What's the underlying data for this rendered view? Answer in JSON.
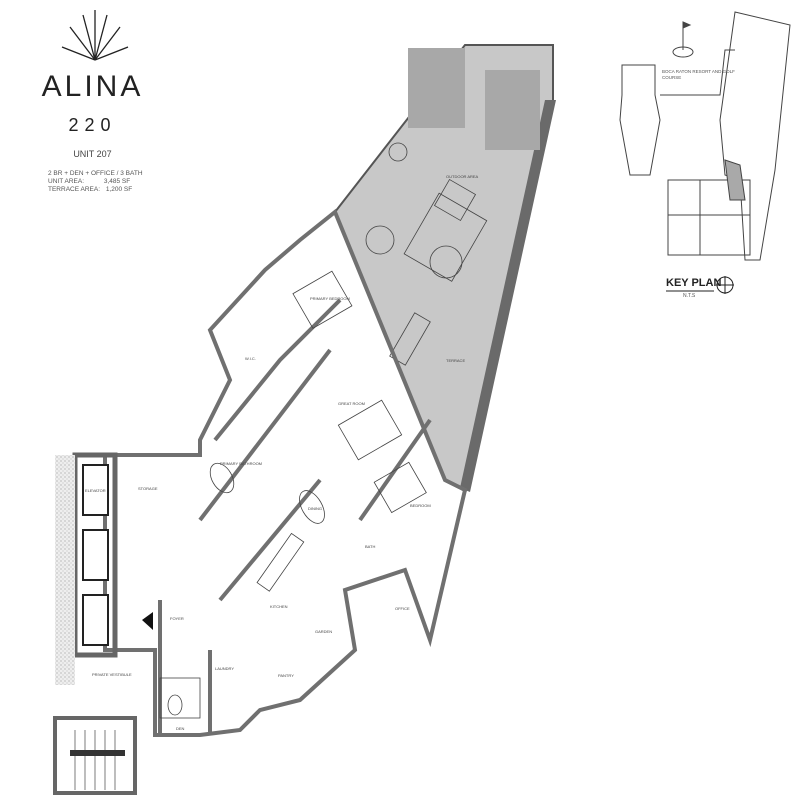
{
  "brand": {
    "name": "ALINA",
    "building": "220"
  },
  "unit": {
    "title": "UNIT 207",
    "type": "2 BR + DEN + OFFICE / 3 BATH",
    "unit_area_label": "UNIT AREA:",
    "unit_area": "3,485 SF",
    "terrace_area_label": "TERRACE AREA:",
    "terrace_area": "1,200 SF"
  },
  "rooms": {
    "outdoor": "OUTDOOR AREA",
    "terrace": "TERRACE",
    "primary_bedroom": "PRIMARY BEDROOM",
    "great_room": "GREAT ROOM",
    "primary_bathroom": "PRIMARY BATHROOM",
    "dining": "DINING",
    "bedroom": "BEDROOM",
    "bath": "BATH",
    "kitchen": "KITCHEN",
    "garden": "GARDEN",
    "pantry": "PANTRY",
    "laundry": "LAUNDRY",
    "foyer": "FOYER",
    "storage": "STORAGE",
    "vestibule": "PRIVATE VESTIBULE",
    "den": "DEN",
    "office": "OFFICE",
    "wic": "W.I.C.",
    "elevator": "ELEVATOR"
  },
  "key_plan": {
    "title": "KEY PLAN",
    "scale": "N.T.S",
    "landmark": "BOCA RATON RESORT AND GOLF COURSE"
  },
  "colors": {
    "terrace_fill": "#c8c8c8",
    "wall": "#6e6e6e",
    "highlight": "#a9a9a9"
  }
}
